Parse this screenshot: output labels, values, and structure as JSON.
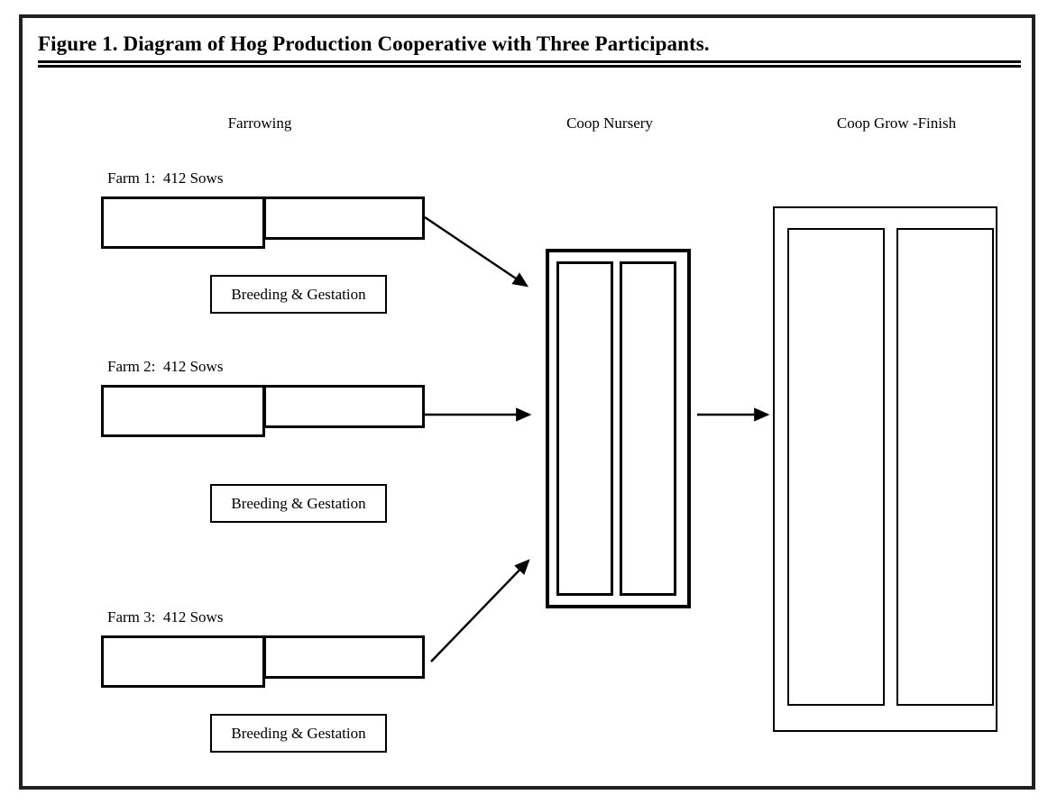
{
  "figure": {
    "title": "Figure 1. Diagram of Hog Production Cooperative with Three Participants.",
    "frame_color": "#231f20",
    "line_color": "#000000",
    "background": "#ffffff"
  },
  "columns": [
    {
      "id": "farrowing",
      "label": "Farrowing"
    },
    {
      "id": "nursery",
      "label": "Coop Nursery"
    },
    {
      "id": "growfinish",
      "label": "Coop Grow -Finish"
    }
  ],
  "farms": [
    {
      "label": "Farm 1:  412 Sows",
      "sows": 412,
      "breeding_label": "Breeding & Gestation",
      "flow_to": "nursery",
      "arrow_style": "diagonal-down"
    },
    {
      "label": "Farm 2:  412 Sows",
      "sows": 412,
      "breeding_label": "Breeding & Gestation",
      "flow_to": "nursery",
      "arrow_style": "horizontal"
    },
    {
      "label": "Farm 3:  412 Sows",
      "sows": 412,
      "breeding_label": "Breeding & Gestation",
      "flow_to": "nursery",
      "arrow_style": "diagonal-up"
    }
  ],
  "nursery": {
    "label": "Coop Nursery",
    "barn_count": 2,
    "flow_to": "growfinish",
    "arrow_style": "horizontal"
  },
  "growfinish": {
    "label": "Coop Grow -Finish",
    "barn_count": 2
  }
}
